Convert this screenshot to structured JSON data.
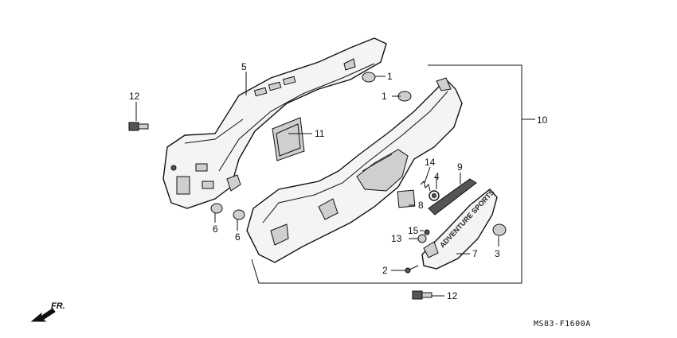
{
  "labels": {
    "p1a": "1",
    "p1b": "1",
    "p2": "2",
    "p3": "3",
    "p4": "4",
    "p5": "5",
    "p6a": "6",
    "p6b": "6",
    "p7": "7",
    "p8": "8",
    "p9": "9",
    "p10": "10",
    "p11": "11",
    "p12a": "12",
    "p12b": "12",
    "p13": "13",
    "p14": "14",
    "p15": "15"
  },
  "emblem_text": "ADVENTURE SPORTS",
  "direction_label": "FR.",
  "diagram_code": "MS83-F1600A"
}
